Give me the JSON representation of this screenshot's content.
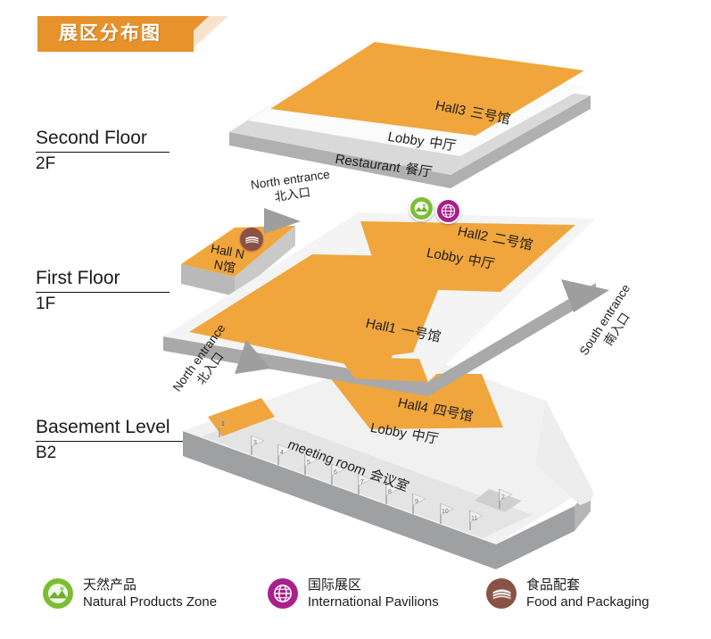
{
  "banner": {
    "title": "展区分布图"
  },
  "floors": [
    {
      "name": "Second Floor",
      "code": "2F"
    },
    {
      "name": "First Floor",
      "code": "1F"
    },
    {
      "name": "Basement Level",
      "code": "B2"
    }
  ],
  "map": {
    "second_floor": {
      "hall": {
        "en": "Hall3",
        "cn": "三号馆"
      },
      "lobby": {
        "en": "Lobby",
        "cn": "中厅"
      },
      "restaurant": {
        "en": "Restaurant",
        "cn": "餐厅"
      }
    },
    "first_floor": {
      "hall_n": {
        "en": "Hall N",
        "cn": "N馆"
      },
      "hall2": {
        "en": "Hall2",
        "cn": "二号馆"
      },
      "hall1": {
        "en": "Hall1",
        "cn": "一号馆"
      },
      "lobby": {
        "en": "Lobby",
        "cn": "中厅"
      }
    },
    "basement": {
      "hall4": {
        "en": "Hall4",
        "cn": "四号馆"
      },
      "lobby": {
        "en": "Lobby",
        "cn": "中厅"
      },
      "meeting_room": {
        "en": "meeting room",
        "cn": "会议室"
      },
      "flags": [
        "1",
        "3",
        "4",
        "5",
        "6",
        "7",
        "8",
        "9",
        "10",
        "11",
        "2"
      ]
    },
    "entrances": [
      {
        "id": "north-upper",
        "en": "North entrance",
        "cn": "北入口"
      },
      {
        "id": "north-lower",
        "en": "North entrance",
        "cn": "北入口"
      },
      {
        "id": "south",
        "en": "South entrance",
        "cn": "南入口"
      }
    ]
  },
  "legend": [
    {
      "icon": "natural-products-icon",
      "cn": "天然产品",
      "en": "Natural Products Zone",
      "color": "#7DBD32"
    },
    {
      "icon": "international-pavilions-icon",
      "cn": "国际展区",
      "en": "International Pavilions",
      "color": "#A9208C"
    },
    {
      "icon": "food-packaging-icon",
      "cn": "食品配套",
      "en": "Food and Packaging",
      "color": "#8A5244"
    }
  ],
  "colors": {
    "orange": "#F0A63C",
    "orange_side": "#A8A8A8",
    "slab_light": "#F0F0F0",
    "slab_gray": "#D8D8D8",
    "arrow": "#9E9E9E"
  }
}
